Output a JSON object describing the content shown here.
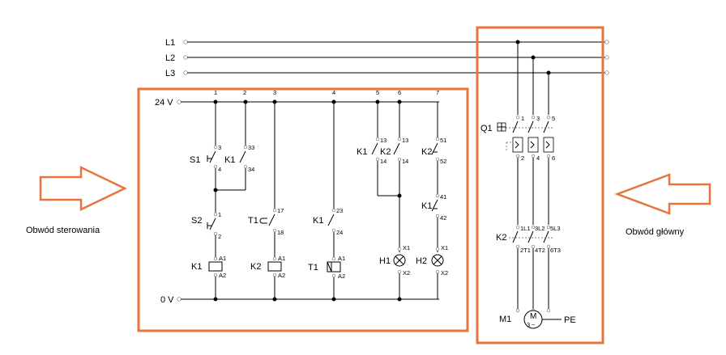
{
  "lines": {
    "l1": "L1",
    "l2": "L2",
    "l3": "L3",
    "v24": "24 V",
    "v0": "0 V"
  },
  "columns": [
    "1",
    "2",
    "3",
    "4",
    "5",
    "6",
    "7"
  ],
  "control": {
    "s1": "S1",
    "k1_hold": "K1",
    "s2": "S2",
    "t1_contact": "T1",
    "k1_t": "K1",
    "k1_lamp": "K1",
    "k2_lamp": "K2",
    "k2_nc": "K2",
    "k1_nc": "K1",
    "k1_coil": "K1",
    "k2_coil": "K2",
    "t1_coil": "T1",
    "h1": "H1",
    "h2": "H2",
    "terms": {
      "t3": "3",
      "t4": "4",
      "t33": "33",
      "t34": "34",
      "t1": "1",
      "t2": "2",
      "t17": "17",
      "t18": "18",
      "t23": "23",
      "t24": "24",
      "t13a": "13",
      "t14a": "14",
      "t13b": "13",
      "t14b": "14",
      "t51": "51",
      "t52": "52",
      "t41": "41",
      "t42": "42",
      "a1": "A1",
      "a2": "A2",
      "x1": "X1",
      "x2": "X2"
    }
  },
  "main": {
    "q1": "Q1",
    "k2": "K2",
    "m1": "M1",
    "motor_m": "M",
    "motor_3": "3",
    "motor_ac": "~",
    "pe": "PE",
    "q1_terms": [
      "1",
      "3",
      "5",
      "2",
      "4",
      "6"
    ],
    "k2_terms": [
      "1L1",
      "3L2",
      "5L3",
      "2T1",
      "4T2",
      "6T3"
    ]
  },
  "captions": {
    "left": "Obwód sterowania",
    "right": "Obwód główny"
  },
  "colors": {
    "frame": "#e8743b"
  }
}
